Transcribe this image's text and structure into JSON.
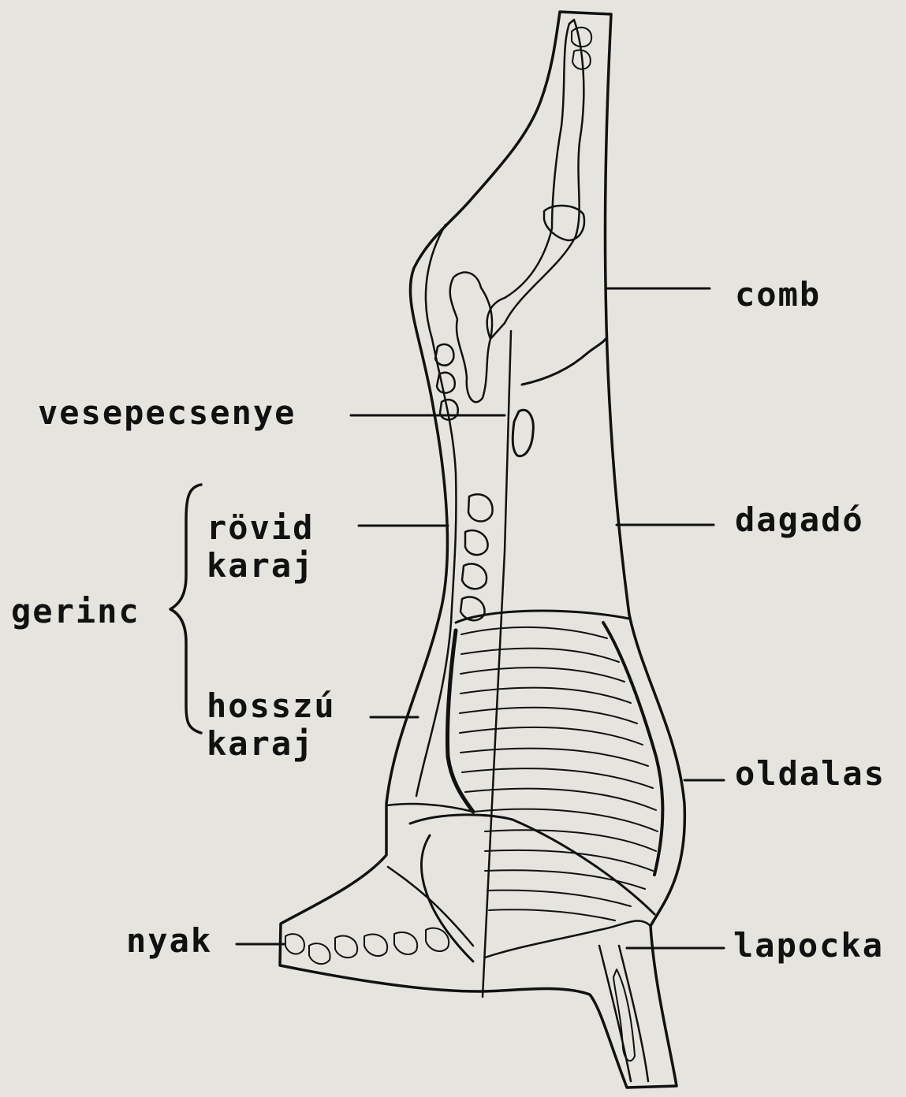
{
  "labels": {
    "comb": "comb",
    "vesepecsenye": "vesepecsenye",
    "rovid_karaj": [
      "rövid",
      "karaj"
    ],
    "gerinc": "gerinc",
    "dagado": "dagadó",
    "hosszu_karaj": [
      "hosszú",
      "karaj"
    ],
    "oldalas": "oldalas",
    "nyak": "nyak",
    "lapocka": "lapocka"
  },
  "colors": {
    "paper": "#e6e4df",
    "ink": "#111111"
  }
}
